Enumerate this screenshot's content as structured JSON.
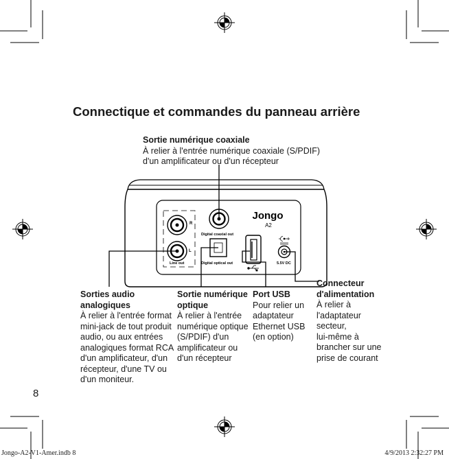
{
  "title": "Connectique et commandes du panneau arrière",
  "page_number": "8",
  "device": {
    "brand": "Jongo",
    "model": "A2",
    "labels": {
      "r": "R",
      "l": "L",
      "line_out": "Line out",
      "coax_out": "Digital coaxial out",
      "optical_out": "Digital optical out",
      "dc": "5.5V DC"
    }
  },
  "callouts": {
    "coaxial": {
      "heading": "Sortie numérique coaxiale",
      "text": "À relier à l'entrée numérique coaxiale (S/PDIF)\nd'un amplificateur ou d'un récepteur"
    },
    "analog": {
      "heading": "Sorties audio\nanalogiques",
      "text": "À relier à l'entrée format\nmini-jack de tout produit\naudio, ou aux entrées\nanalogiques format RCA\nd'un amplificateur, d'un\nrécepteur, d'une TV ou\nd'un moniteur."
    },
    "optical": {
      "heading": "Sortie numérique\noptique",
      "text": "À relier à l'entrée\nnumérique optique\n(S/PDIF) d'un\namplificateur ou\nd'un récepteur"
    },
    "usb": {
      "heading": "Port USB",
      "text": "Pour relier un\nadaptateur\nEthernet USB\n(en option)"
    },
    "power": {
      "heading": "Connecteur\nd'alimentation",
      "text": "À relier à\nl'adaptateur\nsecteur,\nlui-même à\nbrancher sur une\nprise de courant"
    }
  },
  "footer": {
    "file": "Jongo-A2-V1-Amer.indb   8",
    "timestamp": "4/9/2013   2:32:27 PM"
  }
}
